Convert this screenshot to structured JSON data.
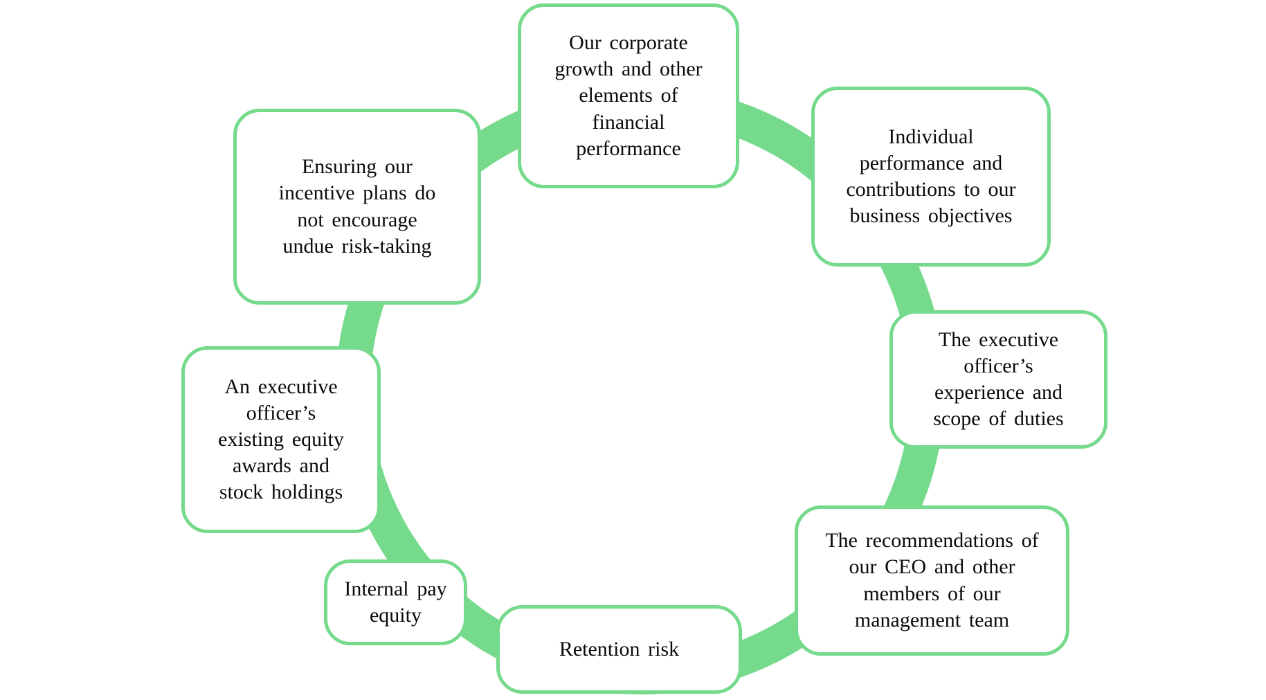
{
  "diagram": {
    "type": "cycle",
    "node_count": 8
  },
  "colors": {
    "accent_green": "#76da8c",
    "box_fill": "#ffffff",
    "text": "#0a0a0a",
    "background": "#ffffff"
  },
  "nodes": [
    {
      "id": "corporate-growth",
      "label": "Our corporate\ngrowth and other\nelements of\nfinancial\nperformance"
    },
    {
      "id": "individual-performance",
      "label": "Individual\nperformance and\ncontributions to our\nbusiness objectives"
    },
    {
      "id": "experience-scope",
      "label": "The executive\nofficer’s\nexperience and\nscope of duties"
    },
    {
      "id": "ceo-recommendations",
      "label": "The recommendations of\nour CEO and other\nmembers of our\nmanagement team"
    },
    {
      "id": "retention-risk",
      "label": "Retention risk"
    },
    {
      "id": "internal-pay-equity",
      "label": "Internal pay\nequity"
    },
    {
      "id": "existing-equity-awards",
      "label": "An executive\nofficer’s\nexisting equity\nawards and\nstock holdings"
    },
    {
      "id": "undue-risk-taking",
      "label": "Ensuring our\nincentive plans do\nnot encourage\nundue risk-taking"
    }
  ]
}
